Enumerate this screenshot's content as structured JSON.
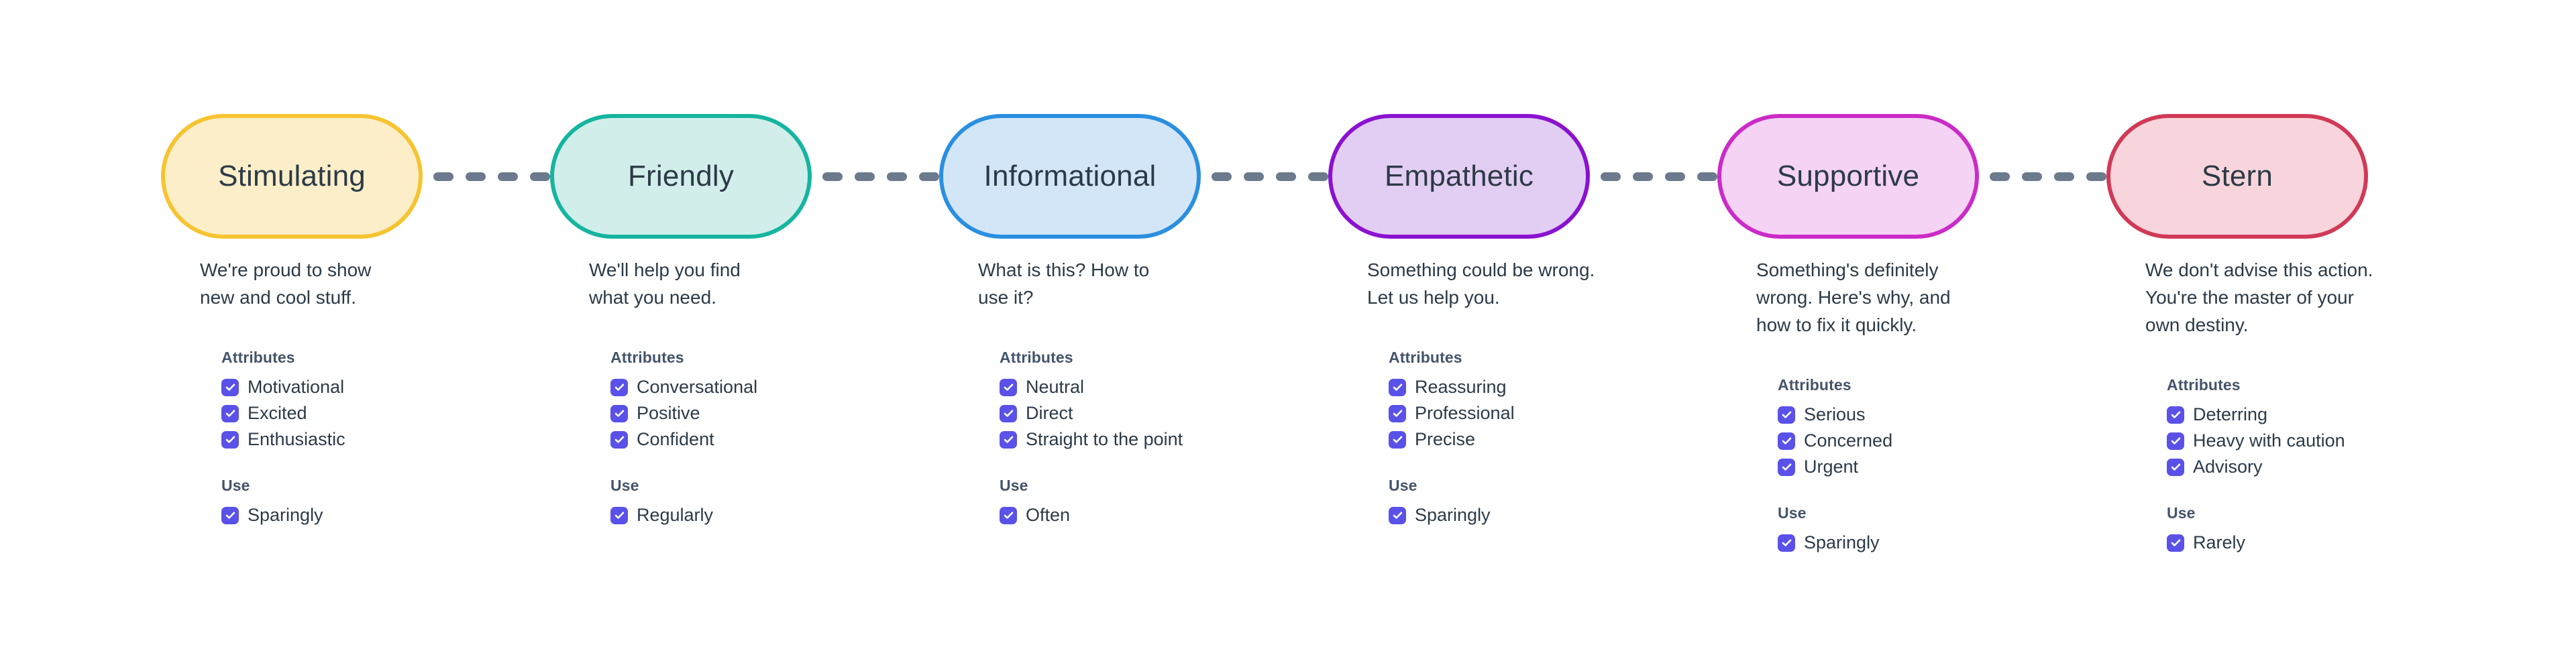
{
  "canvas": {
    "background": "#ffffff",
    "text_color": "#2c3a47",
    "heading_color": "#44546a",
    "checkbox_color": "#5a51e8",
    "connector_color": "#6b7a8c",
    "connector_dash_count": 4
  },
  "headings": {
    "attributes": "Attributes",
    "use": "Use"
  },
  "icons": {
    "check": "check-icon"
  },
  "columns": [
    {
      "name": "Stimulating",
      "fill": "#fbeec8",
      "stroke": "#f6c430",
      "description": "We're proud to show\nnew and cool stuff.",
      "attributes": [
        "Motivational",
        "Excited",
        "Enthusiastic"
      ],
      "use": [
        "Sparingly"
      ],
      "has_connector": true
    },
    {
      "name": "Friendly",
      "fill": "#d2eeea",
      "stroke": "#15b5a0",
      "description": "We'll help you find\nwhat you need.",
      "attributes": [
        "Conversational",
        "Positive",
        "Confident"
      ],
      "use": [
        "Regularly"
      ],
      "has_connector": true
    },
    {
      "name": "Informational",
      "fill": "#d3e6f8",
      "stroke": "#2b8fe0",
      "description": "What is this? How to\nuse it?",
      "attributes": [
        "Neutral",
        "Direct",
        "Straight to the point"
      ],
      "use": [
        "Often"
      ],
      "has_connector": true
    },
    {
      "name": "Empathetic",
      "fill": "#e3cef3",
      "stroke": "#8a12d0",
      "description": "Something could be wrong.\nLet us help you.",
      "attributes": [
        "Reassuring",
        "Professional",
        "Precise"
      ],
      "use": [
        "Sparingly"
      ],
      "has_connector": true
    },
    {
      "name": "Supportive",
      "fill": "#f4d3f5",
      "stroke": "#cb2bc6",
      "description": "Something's definitely\nwrong. Here's why, and\nhow to fix it quickly.",
      "attributes": [
        "Serious",
        "Concerned",
        "Urgent"
      ],
      "use": [
        "Sparingly"
      ],
      "has_connector": true
    },
    {
      "name": "Stern",
      "fill": "#f8d5dc",
      "stroke": "#d03a56",
      "description": "We don't advise this action.\nYou're the master of your\nown destiny.",
      "attributes": [
        "Deterring",
        "Heavy with caution",
        "Advisory"
      ],
      "use": [
        "Rarely"
      ],
      "has_connector": false
    }
  ]
}
